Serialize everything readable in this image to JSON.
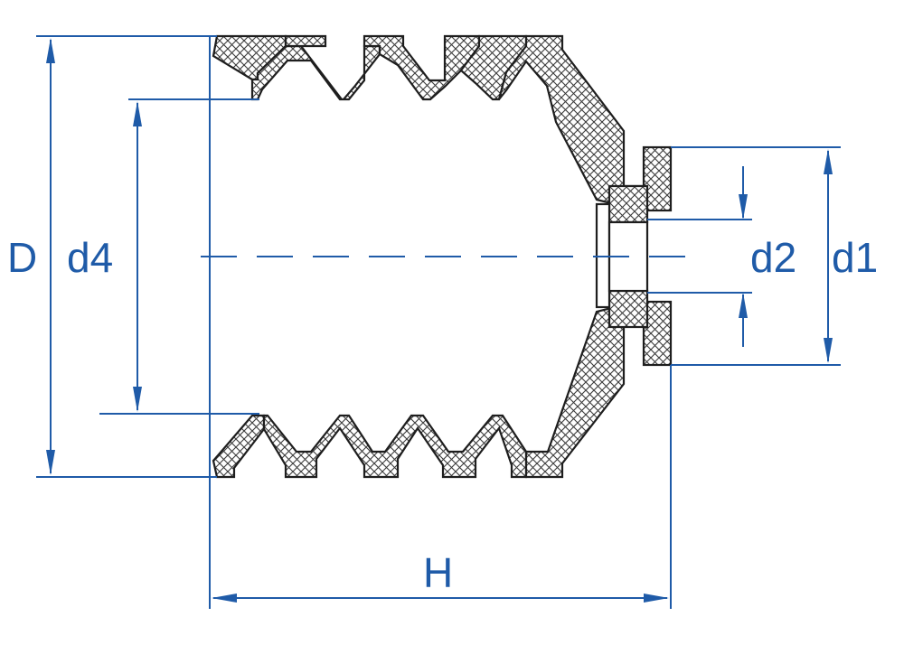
{
  "dimensions": {
    "outer_diameter": "D",
    "inner_diameter": "d4",
    "bore_diameter": "d2",
    "collar_diameter": "d1",
    "height": "H"
  },
  "colors": {
    "dimension": "#1f5ba8",
    "outline": "#1e1e1e",
    "hatch": "#3a3a3a",
    "background": "#ffffff"
  }
}
